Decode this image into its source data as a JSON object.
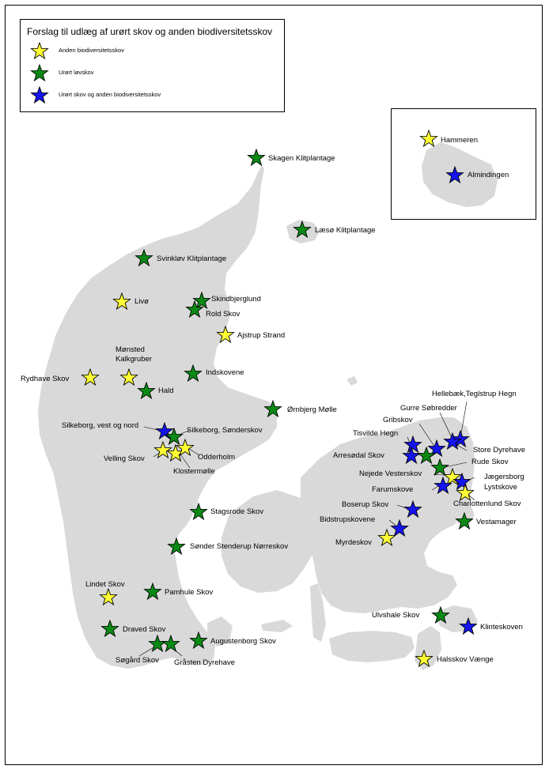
{
  "legend": {
    "title": "Forslag til udlæg af urørt skov og anden biodiversitetsskov",
    "items": [
      {
        "label": "Anden biodiversitetsskov",
        "color": "#ffff33"
      },
      {
        "label": "Urørt løvskov",
        "color": "#0a8a14"
      },
      {
        "label": "Urørt skov og anden biodiversitetsskov",
        "color": "#1515ee"
      }
    ]
  },
  "colors": {
    "land": "#d9d9d9",
    "yellow": "#ffff33",
    "green": "#0a8a14",
    "blue": "#1515ee"
  },
  "sites": {
    "skagen": "Skagen Klitplantage",
    "laeso": "Læsø Klitplantage",
    "svinklov": "Svinkløv Klitplantage",
    "livo": "Livø",
    "skindbjerglund": "Skindbjerglund",
    "rold": "Rold Skov",
    "ajstrup": "Ajstrup Strand",
    "monsted_1": "Mønsted",
    "monsted_2": "Kalkgruber",
    "rydhave": "Rydhave Skov",
    "indskovene": "Indskovene",
    "hald": "Hald",
    "ornbjerg": "Ørnbjerg Mølle",
    "silkeborg_vest": "Silkeborg, vest og nord",
    "silkeborg_sonder": "Silkeborg, Sønderskov",
    "velling": "Velling Skov",
    "odderholm": "Odderholm",
    "klostermolle": "Klostermølle",
    "stagsrode": "Stagsrode Skov",
    "sonder_stenderup": "Sønder Stenderup Nørreskov",
    "lindet": "Lindet Skov",
    "pamhule": "Pamhule Skov",
    "draved": "Draved Skov",
    "augustenborg": "Augustenborg Skov",
    "sogard": "Søgård Skov",
    "grasten": "Gråsten Dyrehave",
    "hellebaek": "Hellebæk,Teglstrup Hegn",
    "gurre": "Gurre Søbredder",
    "gribskov": "Gribskov",
    "tisvilde": "Tisvilde Hegn",
    "store_dyrehave": "Store Dyrehave",
    "arresodal": "Arresødal Skov",
    "rude": "Rude Skov",
    "nejede": "Nejede Vesterskov",
    "jaegersborg": "Jægersborg",
    "lystskove": "Lystskove",
    "farumskove": "Farumskove",
    "charlottenlund": "Charlottenlund Skov",
    "boserup": "Boserup Skov",
    "vestamager": "Vestamager",
    "bidstrup": "Bidstrupskovene",
    "myrdeskov": "Myrdeskov",
    "ulvshale": "Ulvshale Skov",
    "klinteskoven": "Klinteskoven",
    "halsskov": "Halsskov Vænge",
    "hammeren": "Hammeren",
    "almindingen": "Almindingen"
  }
}
